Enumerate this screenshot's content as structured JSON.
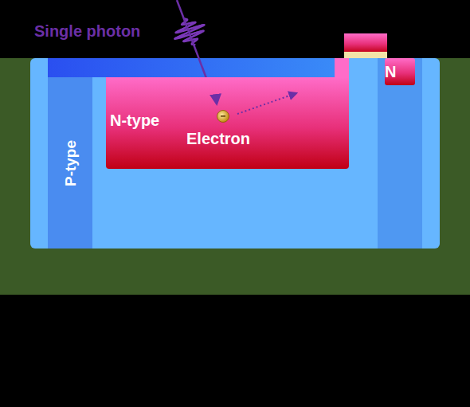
{
  "diagram": {
    "nodes": [
      {
        "text": [
          "P-type"
        ]
      },
      {
        "text": [
          "N-type"
        ]
      },
      {
        "text": [
          "N"
        ]
      }
    ],
    "labels": [
      "Single photon",
      "Electron"
    ]
  }
}
